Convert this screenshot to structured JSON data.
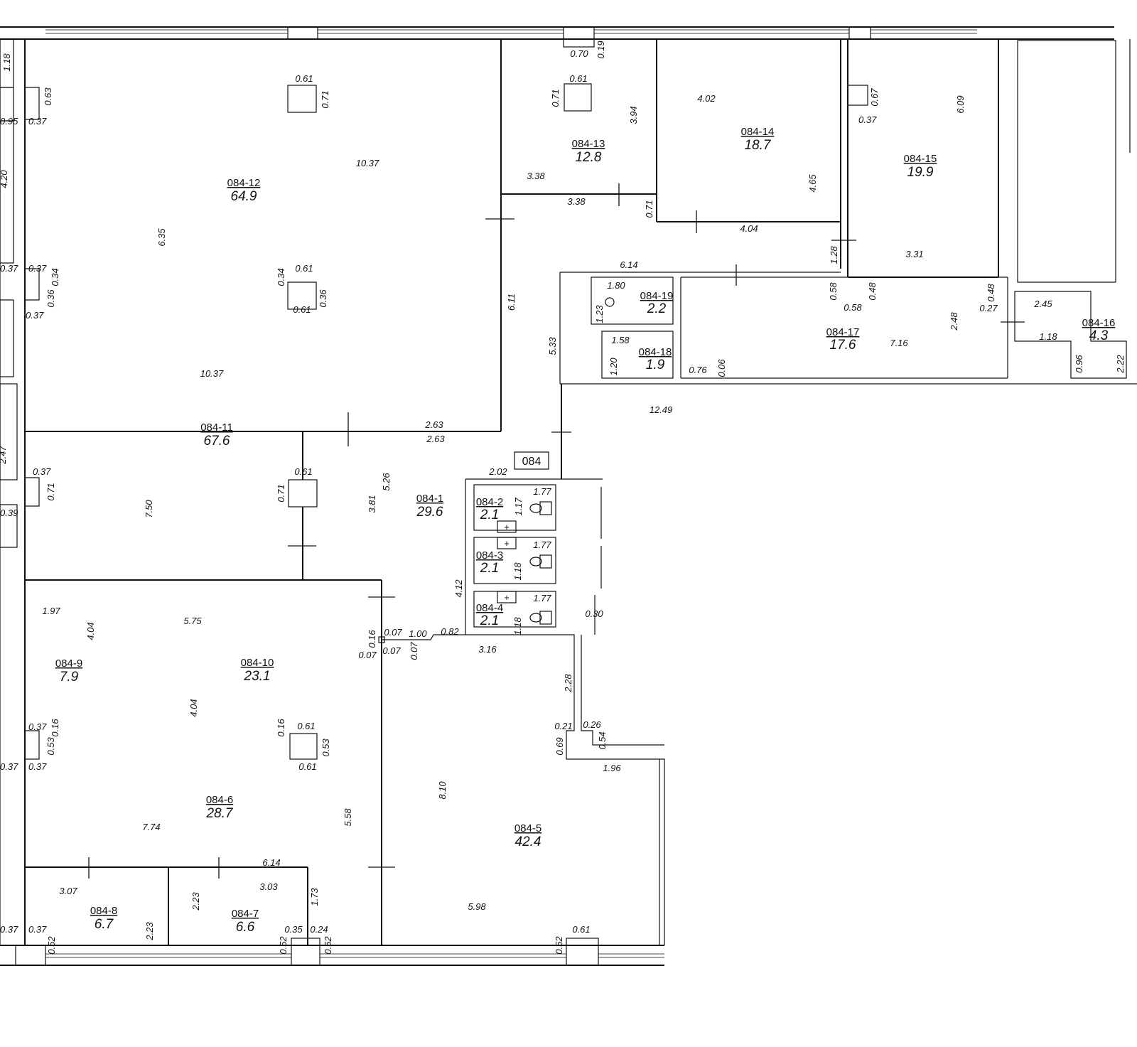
{
  "plan_label": "084",
  "rooms": [
    {
      "id": "084-1",
      "area": "29.6"
    },
    {
      "id": "084-2",
      "area": "2.1"
    },
    {
      "id": "084-3",
      "area": "2.1"
    },
    {
      "id": "084-4",
      "area": "2.1"
    },
    {
      "id": "084-5",
      "area": "42.4"
    },
    {
      "id": "084-6",
      "area": "28.7"
    },
    {
      "id": "084-7",
      "area": "6.6"
    },
    {
      "id": "084-8",
      "area": "6.7"
    },
    {
      "id": "084-9",
      "area": "7.9"
    },
    {
      "id": "084-10",
      "area": "23.1"
    },
    {
      "id": "084-11",
      "area": "67.6"
    },
    {
      "id": "084-12",
      "area": "64.9"
    },
    {
      "id": "084-13",
      "area": "12.8"
    },
    {
      "id": "084-14",
      "area": "18.7"
    },
    {
      "id": "084-15",
      "area": "19.9"
    },
    {
      "id": "084-16",
      "area": "4.3"
    },
    {
      "id": "084-17",
      "area": "17.6"
    },
    {
      "id": "084-18",
      "area": "1.9"
    },
    {
      "id": "084-19",
      "area": "2.2"
    }
  ],
  "dimensions": [
    "1.18",
    "0.63",
    "0.37",
    "0.61",
    "0.71",
    "10.37",
    "6.35",
    "0.37",
    "0.34",
    "0.36",
    "0.37",
    "0.61",
    "0.34",
    "0.36",
    "0.61",
    "10.37",
    "2.63",
    "2.63",
    "0.70",
    "0.19",
    "0.61",
    "0.71",
    "3.94",
    "3.38",
    "3.38",
    "4.02",
    "4.65",
    "0.71",
    "4.04",
    "0.67",
    "0.37",
    "6.09",
    "1.28",
    "3.31",
    "6.11",
    "6.14",
    "5.33",
    "1.80",
    "1.23",
    "1.58",
    "1.20",
    "0.76",
    "0.06",
    "0.58",
    "0.58",
    "0.48",
    "2.48",
    "7.16",
    "0.48",
    "0.27",
    "2.45",
    "1.18",
    "0.96",
    "2.22",
    "12.49",
    "0.37",
    "0.71",
    "7.50",
    "0.61",
    "0.71",
    "3.81",
    "5.26",
    "2.02",
    "1.77",
    "1.17",
    "1.77",
    "1.18",
    "4.12",
    "1.77",
    "1.18",
    "1.97",
    "4.04",
    "5.75",
    "0.16",
    "0.07",
    "0.07",
    "0.07",
    "1.00",
    "0.82",
    "0.07",
    "3.16",
    "0.30",
    "2.28",
    "0.21",
    "0.26",
    "0.69",
    "0.54",
    "1.96",
    "0.37",
    "0.16",
    "0.53",
    "0.37",
    "4.04",
    "0.16",
    "0.61",
    "0.53",
    "0.61",
    "8.10",
    "7.74",
    "5.58",
    "6.14",
    "3.07",
    "3.03",
    "2.23",
    "1.73",
    "2.23",
    "0.37",
    "0.52",
    "0.35",
    "0.24",
    "0.52",
    "0.52",
    "5.98",
    "0.52",
    "0.61",
    "0.95",
    "4.20",
    "0.37",
    "2.47",
    "0.39",
    "0.37",
    "0.37"
  ]
}
